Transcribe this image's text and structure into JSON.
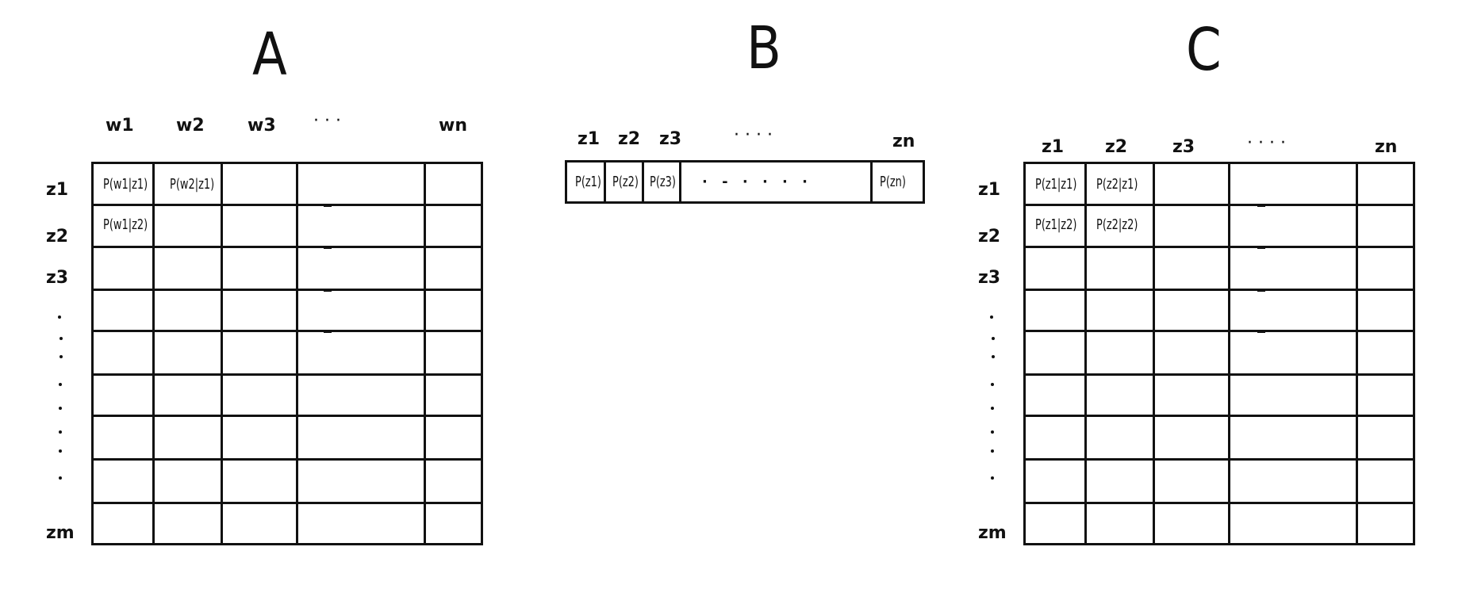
{
  "A": {
    "title": "A",
    "col_labels": [
      "w1",
      "w2",
      "w3",
      "· · ·",
      "wn"
    ],
    "row_labels": [
      "z1",
      "z2",
      "z3",
      "zm"
    ],
    "cells": {
      "r0c0": "P(w1|z1)",
      "r0c1": "P(w2|z1)",
      "r1c0": "P(w1|z2)"
    }
  },
  "B": {
    "title": "B",
    "col_labels": [
      "z1",
      "z2",
      "z3",
      "· · · ·",
      "zn"
    ],
    "cells": [
      "P(z1)",
      "P(z2)",
      "P(z3)",
      "· - · · · ·",
      "P(zn)"
    ]
  },
  "C": {
    "title": "C",
    "col_labels": [
      "z1",
      "z2",
      "z3",
      "· · · ·",
      "zn"
    ],
    "row_labels": [
      "z1",
      "z2",
      "z3",
      "zm"
    ],
    "cells": {
      "r0c0": "P(z1|z1)",
      "r0c1": "P(z2|z1)",
      "r1c0": "P(z1|z2)",
      "r1c1": "P(z2|z2)"
    }
  }
}
